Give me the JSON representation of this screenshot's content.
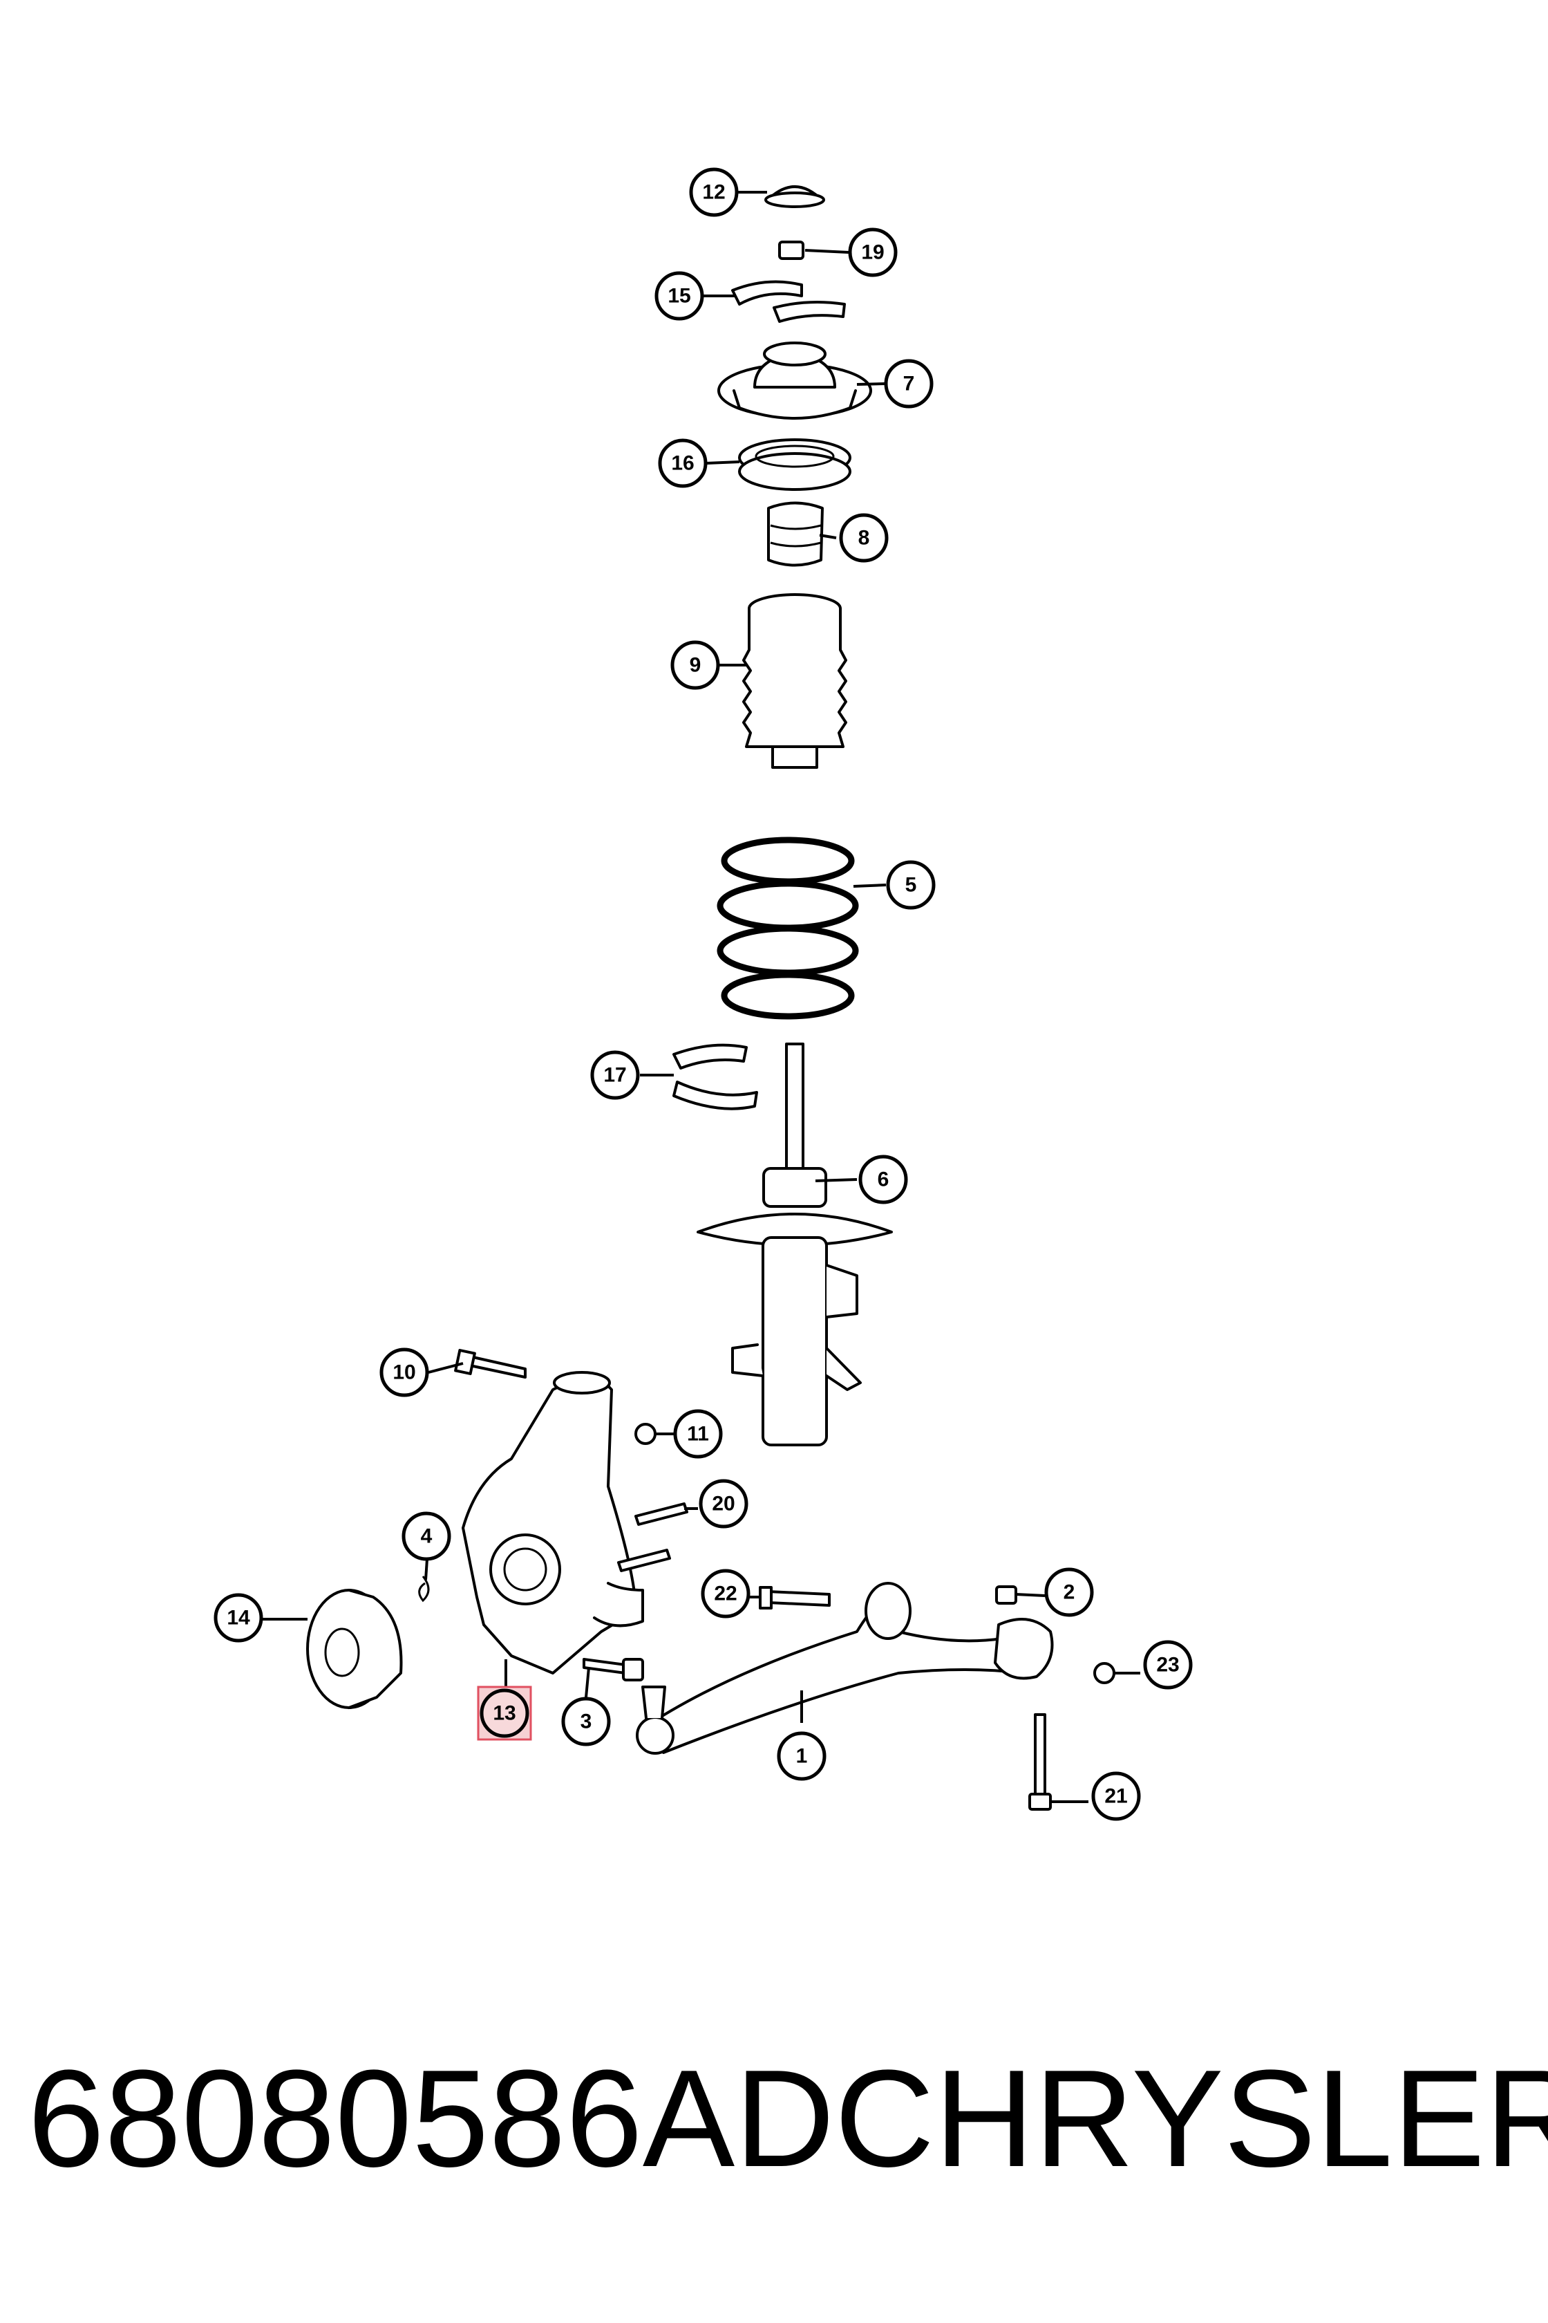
{
  "part_number": "68080586AD",
  "brand": "CHRYSLER",
  "highlighted_callout": "13",
  "callouts": [
    {
      "id": "c12",
      "label": "12"
    },
    {
      "id": "c19",
      "label": "19"
    },
    {
      "id": "c15",
      "label": "15"
    },
    {
      "id": "c7",
      "label": "7"
    },
    {
      "id": "c16",
      "label": "16"
    },
    {
      "id": "c8",
      "label": "8"
    },
    {
      "id": "c9",
      "label": "9"
    },
    {
      "id": "c5",
      "label": "5"
    },
    {
      "id": "c17",
      "label": "17"
    },
    {
      "id": "c6",
      "label": "6"
    },
    {
      "id": "c10",
      "label": "10"
    },
    {
      "id": "c11",
      "label": "11"
    },
    {
      "id": "c20",
      "label": "20"
    },
    {
      "id": "c4",
      "label": "4"
    },
    {
      "id": "c22",
      "label": "22"
    },
    {
      "id": "c2",
      "label": "2"
    },
    {
      "id": "c14",
      "label": "14"
    },
    {
      "id": "c23",
      "label": "23"
    },
    {
      "id": "c13",
      "label": "13"
    },
    {
      "id": "c3",
      "label": "3"
    },
    {
      "id": "c1",
      "label": "1"
    },
    {
      "id": "c21",
      "label": "21"
    }
  ]
}
